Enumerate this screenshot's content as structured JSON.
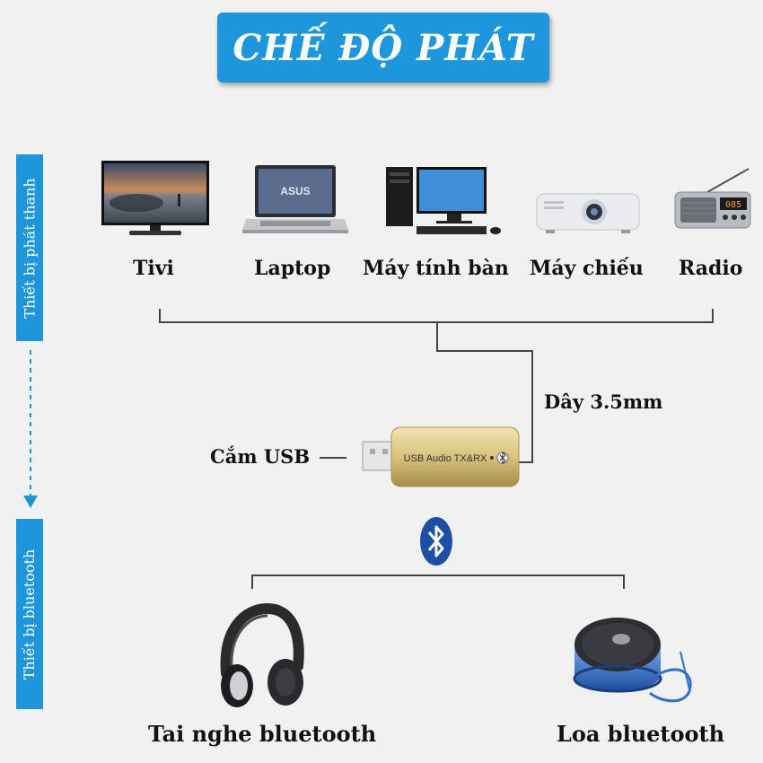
{
  "title": "CHẾ ĐỘ PHÁT",
  "side_labels": {
    "source": "Thiết bị phát thanh",
    "bluetooth": "Thiết bị bluetooth"
  },
  "devices": [
    {
      "label": "Tivi",
      "icon": "tv-icon"
    },
    {
      "label": "Laptop",
      "icon": "laptop-icon"
    },
    {
      "label": "Máy tính bàn",
      "icon": "desktop-computer-icon"
    },
    {
      "label": "Máy chiếu",
      "icon": "projector-icon"
    },
    {
      "label": "Radio",
      "icon": "radio-icon"
    }
  ],
  "laptop_brand": "ASUS",
  "radio_display": "085",
  "cable_label": "Dây 3.5mm",
  "usb_label": "Cắm USB",
  "adapter_text": "USB Audio TX&RX",
  "bluetooth_icon": "bluetooth-icon",
  "outputs": [
    {
      "label": "Tai nghe bluetooth",
      "icon": "headphones-icon"
    },
    {
      "label": "Loa bluetooth",
      "icon": "speaker-icon"
    }
  ],
  "colors": {
    "accent": "#1e96dc",
    "adapter_gold": "#d8c27c",
    "speaker_blue": "#2a6fc4"
  }
}
